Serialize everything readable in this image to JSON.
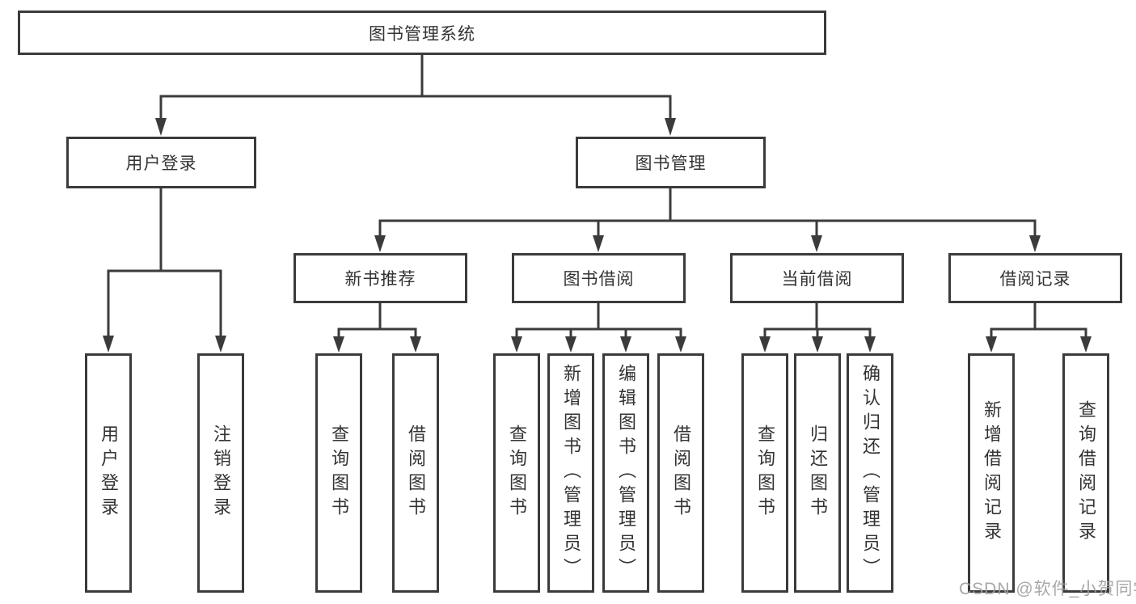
{
  "colors": {
    "line": "#3b3b3b",
    "box_border": "#3b3b3b",
    "text": "#333333",
    "background": "#ffffff",
    "watermark": "#9e9e9e"
  },
  "watermark": {
    "text": "CSDN @软件_小贺同学"
  },
  "nodes": {
    "root": "图书管理系统",
    "level2": [
      "用户登录",
      "图书管理"
    ],
    "level3": [
      "新书推荐",
      "图书借阅",
      "当前借阅",
      "借阅记录"
    ],
    "leaves": [
      "用户登录",
      "注销登录",
      "查询图书",
      "借阅图书",
      "查询图书",
      "新增图书（管理员）",
      "编辑图书（管理员）",
      "借阅图书",
      "查询图书",
      "归还图书",
      "确认归还（管理员）",
      "新增借阅记录",
      "查询借阅记录"
    ]
  },
  "hierarchy": {
    "图书管理系统": [
      "用户登录",
      "图书管理"
    ],
    "用户登录": [
      "用户登录",
      "注销登录"
    ],
    "图书管理": [
      "新书推荐",
      "图书借阅",
      "当前借阅",
      "借阅记录"
    ],
    "新书推荐": [
      "查询图书",
      "借阅图书"
    ],
    "图书借阅": [
      "查询图书",
      "新增图书（管理员）",
      "编辑图书（管理员）",
      "借阅图书"
    ],
    "当前借阅": [
      "查询图书",
      "归还图书",
      "确认归还（管理员）"
    ],
    "借阅记录": [
      "新增借阅记录",
      "查询借阅记录"
    ]
  }
}
